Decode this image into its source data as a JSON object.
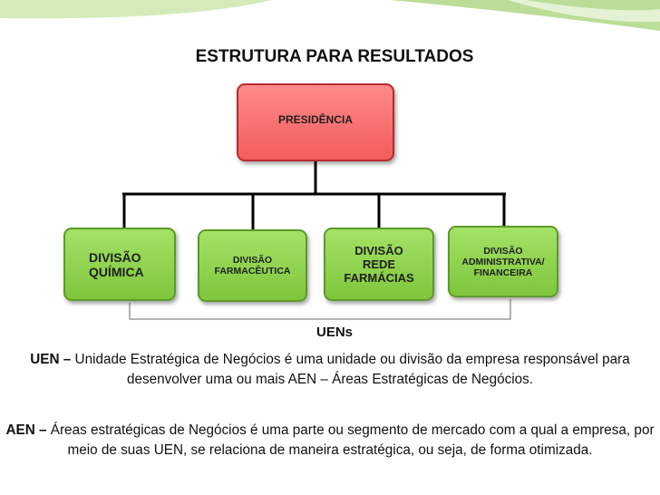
{
  "title": "ESTRUTURA PARA RESULTADOS",
  "top_box": "PRESIDÊNCIA",
  "divisions": [
    "DIVISÃO\nQUÍMICA",
    "DIVISÃO\nFARMACÊUTICA",
    "DIVISÃO\nREDE\nFARMÁCIAS",
    "DIVISÃO\nADMINISTRATIVA/\nFINANCEIRA"
  ],
  "group_label": "UENs",
  "paragraphs": [
    {
      "term": "UEN –",
      "text": " Unidade Estratégica de Negócios é uma unidade ou divisão da empresa responsável para desenvolver uma ou mais AEN – Áreas Estratégicas de Negócios."
    },
    {
      "term": "AEN –",
      "text": " Áreas estratégicas de Negócios é uma parte ou segmento de mercado com a qual a empresa, por meio de suas UEN, se relaciona de maneira estratégica, ou seja, de forma otimizada."
    }
  ],
  "colors": {
    "top_box_fill": "#f45c5c",
    "division_fill": "#7ec63c",
    "connector": "#000000",
    "bracket": "#9a9a9a",
    "decor_green": "#b5d98c"
  }
}
